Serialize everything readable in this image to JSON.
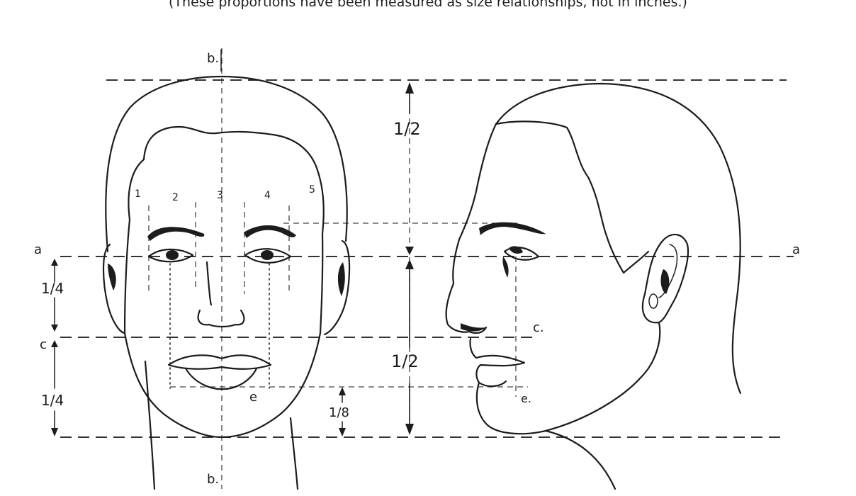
{
  "caption": "(These proportions have been measured as size relationships, not in inches.)",
  "labels": {
    "b_top": "b.",
    "b_bottom": "b.",
    "a_left": "a",
    "a_right": "a",
    "c_left": "c",
    "c_right": "c.",
    "e_front": "e",
    "e_profile": "e.",
    "quarter_upper": "1/4",
    "quarter_lower": "1/4",
    "half_upper": "1/2",
    "half_lower": "1/2",
    "eighth": "1/8",
    "eye_divisions": [
      "1",
      "2",
      "3",
      "4",
      "5"
    ]
  }
}
